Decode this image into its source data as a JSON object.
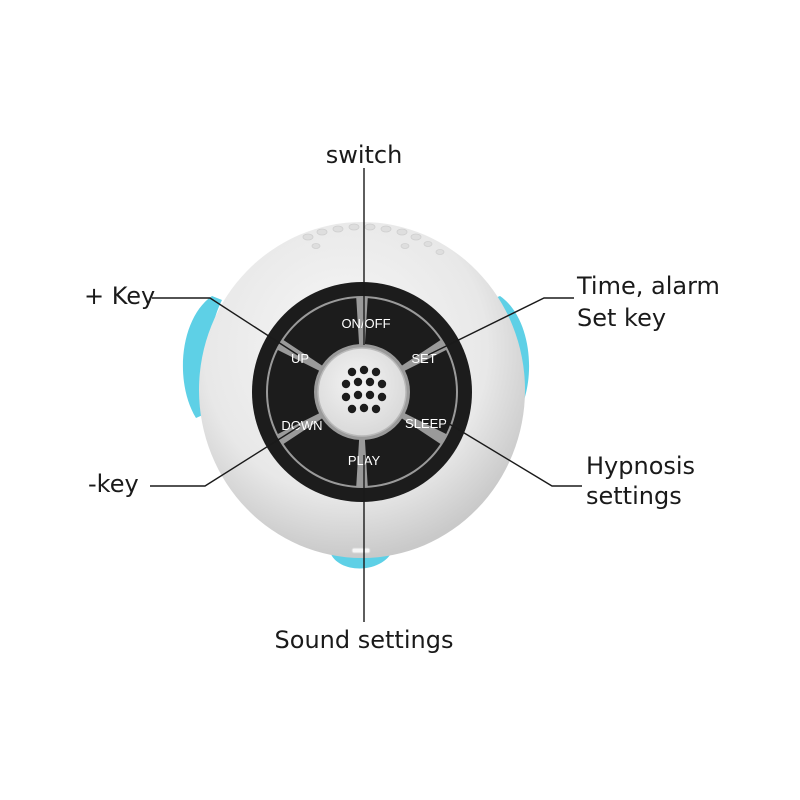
{
  "colors": {
    "body": "#ececec",
    "body_shade": "#cfcfcf",
    "accent": "#5ed0e6",
    "ring": "#1c1c1c",
    "key_label": "#ffffff",
    "speaker": "#e6e6e6"
  },
  "icons": [
    "speaker-grille-icon"
  ],
  "keys": {
    "on_off": "ON/OFF",
    "up": "UP",
    "set": "SET",
    "down": "DOWN",
    "sleep": "SLEEP",
    "play": "PLAY"
  },
  "callouts": {
    "switch": "switch",
    "plus_key": "+ Key",
    "time_alarm_1": "Time, alarm",
    "time_alarm_2": "Set key",
    "minus_key": "-key",
    "hypnosis_1": "Hypnosis",
    "hypnosis_2": "settings",
    "sound": "Sound settings"
  }
}
